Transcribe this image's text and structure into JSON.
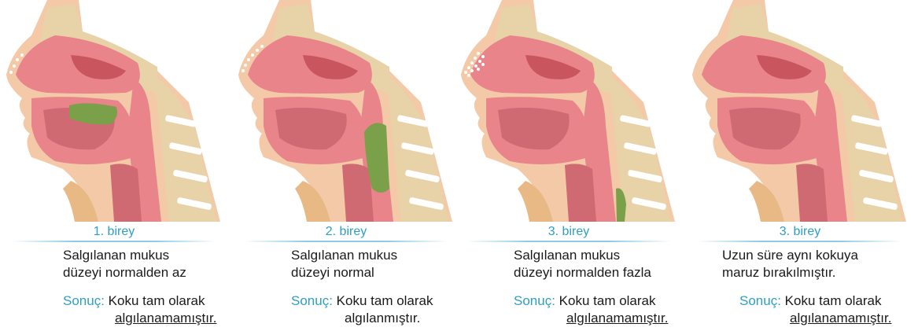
{
  "panels": [
    {
      "title": "1. birey",
      "desc1": "Salgılanan mukus",
      "desc2": "düzeyi normalden az",
      "result_label": "Sonuç:",
      "result_line1": "Koku tam olarak",
      "result_line2": "algılanamamıştır.",
      "underlined": true,
      "mucus": "low"
    },
    {
      "title": "2. birey",
      "desc1": "Salgılanan mukus",
      "desc2": "düzeyi normal",
      "result_label": "Sonuç:",
      "result_line1": "Koku tam olarak",
      "result_line2": "algılanmıştır.",
      "underlined": false,
      "mucus": "normal"
    },
    {
      "title": "3. birey",
      "desc1": "Salgılanan mukus",
      "desc2": "düzeyi normalden fazla",
      "result_label": "Sonuç:",
      "result_line1": "Koku tam olarak",
      "result_line2": "algılanamamıştır.",
      "underlined": true,
      "mucus": "high"
    },
    {
      "title": "3. birey",
      "desc1": "Uzun süre aynı kokuya",
      "desc2": "maruz bırakılmıştır.",
      "result_label": "Sonuç:",
      "result_line1": "Koku tam olarak",
      "result_line2": "algılanamamıştır.",
      "underlined": true,
      "mucus": "none"
    }
  ],
  "colors": {
    "accent": "#2e9ec6",
    "tissue": "#e8848a",
    "tissue_dark": "#c9555f",
    "bone": "#e8d3a8",
    "mucus": "#7aa04a",
    "skin": "#f3c9a8"
  }
}
